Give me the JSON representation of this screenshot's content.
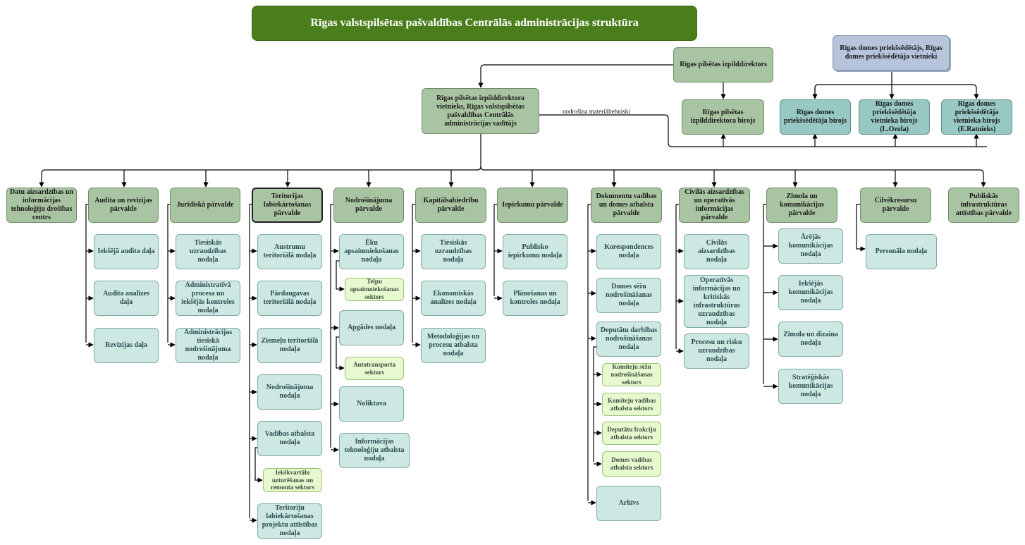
{
  "title": "Rīgas valstspilsētas pašvaldības Centrālās administrācijas struktūra",
  "colors": {
    "title_bg": "#4a7e1c",
    "directorate": "#a9c4a2",
    "office": "#97c8c3",
    "chair": "#b6c4dc",
    "department": "#cde8e3",
    "sector": "#e6f9cf",
    "connector": "#000000"
  },
  "top": {
    "director": "Rīgas pilsētas izpilddirektors",
    "deputy": "Rīgas pilsētas izpilddirektora vietnieks, Rīgas valstspilsētas pašvaldības Centrālās administrācijas vadītājs",
    "director_office": "Rīgas pilsētas izpilddirektora birojs",
    "chair": "Rīgas domes priekšsēdētājs, Rīgas domes priekšsēdētāja vietnieki",
    "chair_office": "Rīgas domes priekšsēdētāja birojs",
    "vice_office_1": "Rīgas domes priekšsēdētāja vietnieka birojs (L.Ozola)",
    "vice_office_2": "Rīgas domes priekšsēdētāja vietnieka birojs (E.Ratnieks)",
    "support_note": "nodrošina materiāltehniski"
  },
  "directorates": [
    {
      "name": "Datu aizsardzības un informācijas tehnoloģiju drošības centrs",
      "children": []
    },
    {
      "name": "Audita un revīzijas pārvalde",
      "children": [
        {
          "name": "Iekšējā audita daļa"
        },
        {
          "name": "Audita analīzes daļa"
        },
        {
          "name": "Revīzijas daļa"
        }
      ]
    },
    {
      "name": "Juridiskā pārvalde",
      "children": [
        {
          "name": "Tiesiskās uzraudzības nodaļa"
        },
        {
          "name": "Administratīvā procesa un iekšējās kontroles nodaļa"
        },
        {
          "name": "Administrācijas tiesiskā nodrošinājuma nodaļa"
        }
      ]
    },
    {
      "name": "Teritorijas labiekārtošanas pārvalde",
      "children": [
        {
          "name": "Austrumu teritoriālā nodaļa"
        },
        {
          "name": "Pārdaugavas teritoriālā nodaļa"
        },
        {
          "name": "Ziemeļu teritoriālā nodaļa"
        },
        {
          "name": "Nodrošinājuma nodaļa"
        },
        {
          "name": "Vadības atbalsta nodaļa",
          "sectors": [
            {
              "name": "Iekškvartālu uzturēšanas un remonta sektors"
            }
          ]
        },
        {
          "name": "Teritoriju labiekārtošanas projektu attīstības nodaļa"
        }
      ]
    },
    {
      "name": "Nodrošinājuma pārvalde",
      "children": [
        {
          "name": "Ēku apsaimniekošanas nodaļa",
          "sectors": [
            {
              "name": "Telpu apsaimniekošanas sektors"
            }
          ]
        },
        {
          "name": "Apgādes nodaļa",
          "sectors": [
            {
              "name": "Autotransporta sektors"
            }
          ]
        },
        {
          "name": "Noliktava"
        },
        {
          "name": "Informācijas tehnoloģiju atbalsta nodaļa"
        }
      ]
    },
    {
      "name": "Kapitālsabiedrību pārvalde",
      "children": [
        {
          "name": "Tiesiskās uzraudzības nodaļa"
        },
        {
          "name": "Ekonomiskās analīzes nodaļa"
        },
        {
          "name": "Metodoloģijas un procesu atbalsta nodaļa"
        }
      ]
    },
    {
      "name": "Iepirkumu pārvalde",
      "children": [
        {
          "name": "Publisko iepirkumu nodaļa"
        },
        {
          "name": "Plānošanas un kontroles nodaļa"
        }
      ]
    },
    {
      "name": "Dokumentu vadības un domes atbalsta pārvalde",
      "children": [
        {
          "name": "Korespondences nodaļa"
        },
        {
          "name": "Domes sēžu nodrošināšanas nodaļa"
        },
        {
          "name": "Deputātu darbības nodrošināšanas nodaļa",
          "sectors": [
            {
              "name": "Komiteju sēžu nodrošināšanas sektors"
            },
            {
              "name": "Komiteju vadības atbalsta sektors"
            },
            {
              "name": "Deputātu frakciju atbalsta sektors"
            },
            {
              "name": "Domes vadības atbalsta sektors"
            }
          ]
        },
        {
          "name": "Arhīvs"
        }
      ]
    },
    {
      "name": "Civilās aizsardzības un operatīvās informācijas pārvalde",
      "children": [
        {
          "name": "Civilās aizsardzības nodaļa"
        },
        {
          "name": "Operatīvās informācijas un kritiskās infrastruktūras uzraudzības nodaļa"
        },
        {
          "name": "Procesu un risku uzraudzības nodaļa"
        }
      ]
    },
    {
      "name": "Zīmola un komunikācijas pārvalde",
      "children": [
        {
          "name": "Ārējās komunikācijas nodaļa"
        },
        {
          "name": "Iekšējās komunikācijas nodaļa"
        },
        {
          "name": "Zīmola un dizaina nodaļa"
        },
        {
          "name": "Stratēģiskās komunikācijas nodaļa"
        }
      ]
    },
    {
      "name": "Cilvēkresursu pārvalde",
      "children": [
        {
          "name": "Personāla nodaļa"
        }
      ]
    },
    {
      "name": "Publiskās infrastruktūras attīstības pārvalde",
      "children": []
    }
  ]
}
